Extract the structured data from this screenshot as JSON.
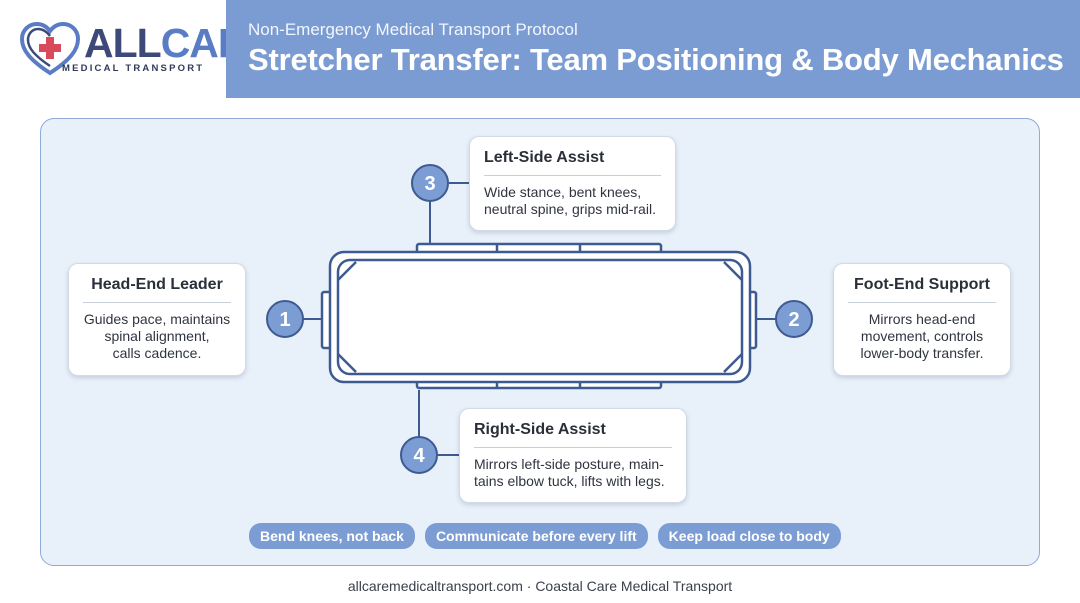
{
  "brand": {
    "name_part1": "ALL",
    "name_part2": "CARE",
    "tagline": "MEDICAL TRANSPORT"
  },
  "header": {
    "kicker": "Non-Emergency Medical Transport Protocol",
    "title": "Stretcher Transfer: Team Positioning & Body Mechanics"
  },
  "roles": [
    {
      "number": "1",
      "title": "Head-End Leader",
      "lines": [
        "Guides pace, maintains",
        "spinal alignment,",
        "calls cadence."
      ]
    },
    {
      "number": "2",
      "title": "Foot-End Support",
      "lines": [
        "Mirrors head-end",
        "movement, controls",
        "lower-body transfer."
      ]
    },
    {
      "number": "3",
      "title": "Left-Side Assist",
      "lines": [
        "Wide stance, bent knees,",
        "neutral spine, grips mid-rail."
      ]
    },
    {
      "number": "4",
      "title": "Right-Side Assist",
      "lines": [
        "Mirrors left-side posture, main-",
        "tains elbow tuck, lifts with legs."
      ]
    }
  ],
  "tips": [
    "Bend knees, not back",
    "Communicate before every lift",
    "Keep load close to body"
  ],
  "footer": "allcaremedicaltransport.com · Coastal Care Medical Transport",
  "colors": {
    "banner": "#7a9cd3",
    "panel": "#e8f0fa",
    "stretcher_stroke": "#3d5a91",
    "marker_fill": "#7c9dd4",
    "heart_red": "#d94b5a"
  },
  "icons": [
    "heart-cross-icon"
  ]
}
